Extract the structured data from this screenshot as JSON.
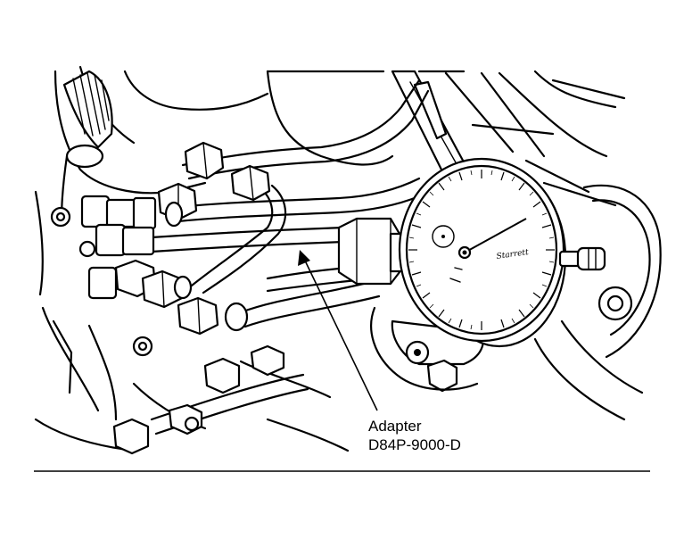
{
  "callout": {
    "line1": "Adapter",
    "line2": "D84P-9000-D"
  },
  "dial": {
    "brand": "Starrett"
  },
  "colors": {
    "ink": "#000000",
    "paper": "#ffffff"
  }
}
